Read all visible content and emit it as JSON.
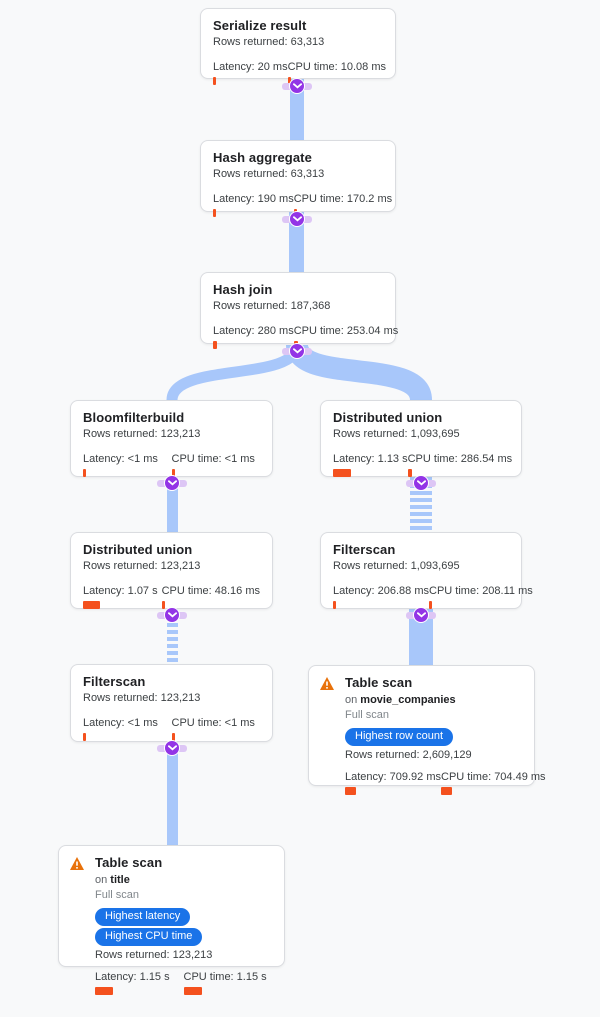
{
  "colors": {
    "background": "#f8f9fa",
    "edge_blue": "#a8c7fa",
    "expander_purple": "#9334e6",
    "expander_band_lavender": "#ddc6f5",
    "metric_bar_orange": "#f4511e",
    "badge_blue": "#1a73e8",
    "warning_orange": "#e8710a",
    "card_border": "#dadce0"
  },
  "nodes": [
    {
      "id": "serialize-result",
      "title": "Serialize result",
      "rows": "Rows returned: 63,313",
      "latency": {
        "text": "Latency: 20 ms",
        "ms": 20
      },
      "cpu": {
        "text": "CPU time: 10.08 ms",
        "ms": 10.08
      }
    },
    {
      "id": "hash-aggregate",
      "title": "Hash aggregate",
      "rows": "Rows returned: 63,313",
      "latency": {
        "text": "Latency: 190 ms",
        "ms": 190
      },
      "cpu": {
        "text": "CPU time: 170.2 ms",
        "ms": 170.2
      }
    },
    {
      "id": "hash-join",
      "title": "Hash join",
      "rows": "Rows returned: 187,368",
      "latency": {
        "text": "Latency: 280 ms",
        "ms": 280
      },
      "cpu": {
        "text": "CPU time: 253.04 ms",
        "ms": 253.04
      }
    },
    {
      "id": "bloomfilterbuild",
      "title": "Bloomfilterbuild",
      "rows": "Rows returned: 123,213",
      "latency": {
        "text": "Latency: <1 ms",
        "ms": 0.5
      },
      "cpu": {
        "text": "CPU time: <1 ms",
        "ms": 0.5
      }
    },
    {
      "id": "distributed-union-right",
      "title": "Distributed union",
      "rows": "Rows returned: 1,093,695",
      "latency": {
        "text": "Latency: 1.13 s",
        "ms": 1130
      },
      "cpu": {
        "text": "CPU time: 286.54 ms",
        "ms": 286.54
      }
    },
    {
      "id": "distributed-union-left",
      "title": "Distributed union",
      "rows": "Rows returned: 123,213",
      "latency": {
        "text": "Latency: 1.07 s",
        "ms": 1070
      },
      "cpu": {
        "text": "CPU time: 48.16 ms",
        "ms": 48.16
      }
    },
    {
      "id": "filterscan-right",
      "title": "Filterscan",
      "rows": "Rows returned: 1,093,695",
      "latency": {
        "text": "Latency: 206.88 ms",
        "ms": 206.88
      },
      "cpu": {
        "text": "CPU time: 208.11 ms",
        "ms": 208.11
      }
    },
    {
      "id": "filterscan-left",
      "title": "Filterscan",
      "rows": "Rows returned: 123,213",
      "latency": {
        "text": "Latency: <1 ms",
        "ms": 0.5
      },
      "cpu": {
        "text": "CPU time: <1 ms",
        "ms": 0.5
      }
    },
    {
      "id": "table-scan-movie-companies",
      "title": "Table scan",
      "on_prefix": "on ",
      "table_name": "movie_companies",
      "scan_type": "Full scan",
      "badges": [
        "Highest row count"
      ],
      "rows": "Rows returned: 2,609,129",
      "latency": {
        "text": "Latency: 709.92 ms",
        "ms": 709.92
      },
      "cpu": {
        "text": "CPU time: 704.49 ms",
        "ms": 704.49
      }
    },
    {
      "id": "table-scan-title",
      "title": "Table scan",
      "on_prefix": "on ",
      "table_name": "title",
      "scan_type": "Full scan",
      "badges": [
        "Highest latency",
        "Highest CPU time"
      ],
      "rows": "Rows returned: 123,213",
      "latency": {
        "text": "Latency: 1.15 s",
        "ms": 1150
      },
      "cpu": {
        "text": "CPU time: 1.15 s",
        "ms": 1150
      }
    }
  ],
  "edges": [
    {
      "from": "hash-aggregate",
      "to": "serialize-result",
      "style": "solid"
    },
    {
      "from": "hash-join",
      "to": "hash-aggregate",
      "style": "solid"
    },
    {
      "from": "bloomfilterbuild",
      "to": "hash-join",
      "style": "solid-curve"
    },
    {
      "from": "distributed-union-right",
      "to": "hash-join",
      "style": "solid-curve"
    },
    {
      "from": "distributed-union-left",
      "to": "bloomfilterbuild",
      "style": "solid"
    },
    {
      "from": "filterscan-left",
      "to": "distributed-union-left",
      "style": "striped"
    },
    {
      "from": "filterscan-right",
      "to": "distributed-union-right",
      "style": "striped"
    },
    {
      "from": "table-scan-title",
      "to": "filterscan-left",
      "style": "solid"
    },
    {
      "from": "table-scan-movie-companies",
      "to": "filterscan-right",
      "style": "solid"
    }
  ]
}
